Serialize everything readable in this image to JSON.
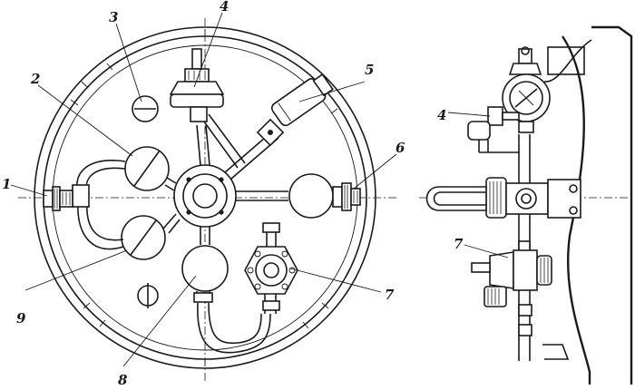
{
  "labels": {
    "l1": "1",
    "l2": "2",
    "l3": "3",
    "l4_front": "4",
    "l4_side": "4",
    "l5": "5",
    "l6": "6",
    "l7_front": "7",
    "l7_side": "7",
    "l8": "8",
    "l9": "9"
  }
}
